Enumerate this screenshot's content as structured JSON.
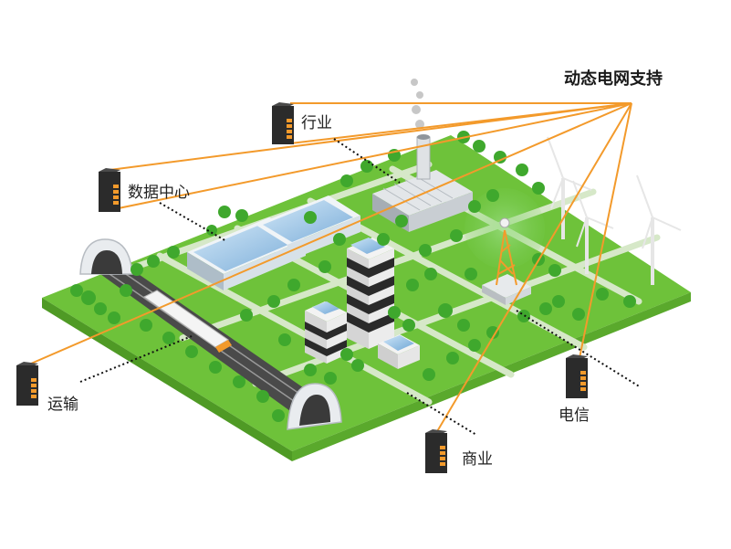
{
  "title": "动态电网支持",
  "labels": {
    "industry": "行业",
    "datacenter": "数据中心",
    "transport": "运输",
    "commerce": "商业",
    "telecom": "电信"
  },
  "colors": {
    "connector": "#f39a2b",
    "grass": "#6ec23a",
    "grass_side": "#4f9a25",
    "road": "#d9e8cf",
    "tree": "#3fa82d",
    "battery_body": "#2b2b2b",
    "battery_accent": "#f39a2b"
  },
  "icons": {
    "battery": "battery-unit-icon"
  }
}
